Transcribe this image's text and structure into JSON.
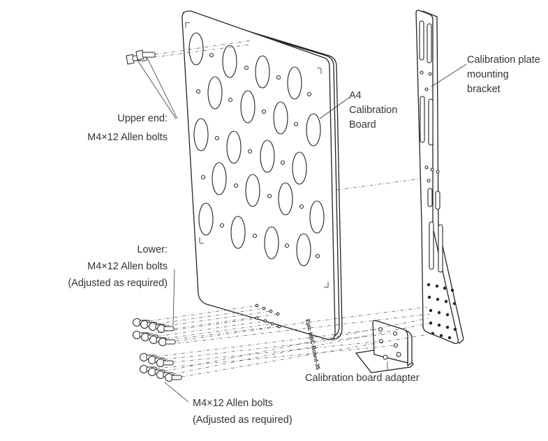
{
  "labels": {
    "upper_bolts_line1": "Upper end:",
    "upper_bolts_line2": "M4×12 Allen bolts",
    "board_line1": "A4",
    "board_line2": "Calibration",
    "board_line3": "Board",
    "bracket_line1": "Calibration plate",
    "bracket_line2": "mounting",
    "bracket_line3": "bracket",
    "lower_bolts_line1": "Lower:",
    "lower_bolts_line2": "M4×12 Allen bolts",
    "lower_bolts_line3": "(Adjusted as required)",
    "adapter": "Calibration board adapter",
    "bottom_bolts_line1": "M4×12 Allen bolts",
    "bottom_bolts_line2": "(Adjusted as required)"
  },
  "board_engraving": "Epic HBC-Board-35"
}
